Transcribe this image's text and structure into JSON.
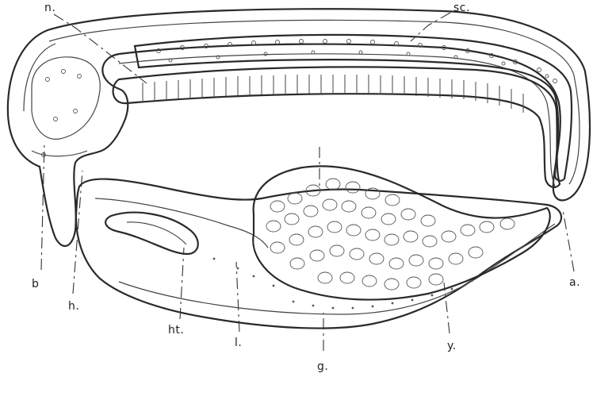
{
  "labels": {
    "n": "n.",
    "sc": "sc.",
    "b": "b",
    "h": "h.",
    "ht": "ht.",
    "l": "l.",
    "g": "g.",
    "y": "y.",
    "a": "a."
  },
  "colors": {
    "ink": "#2a2a2a",
    "paper": "#ffffff"
  }
}
